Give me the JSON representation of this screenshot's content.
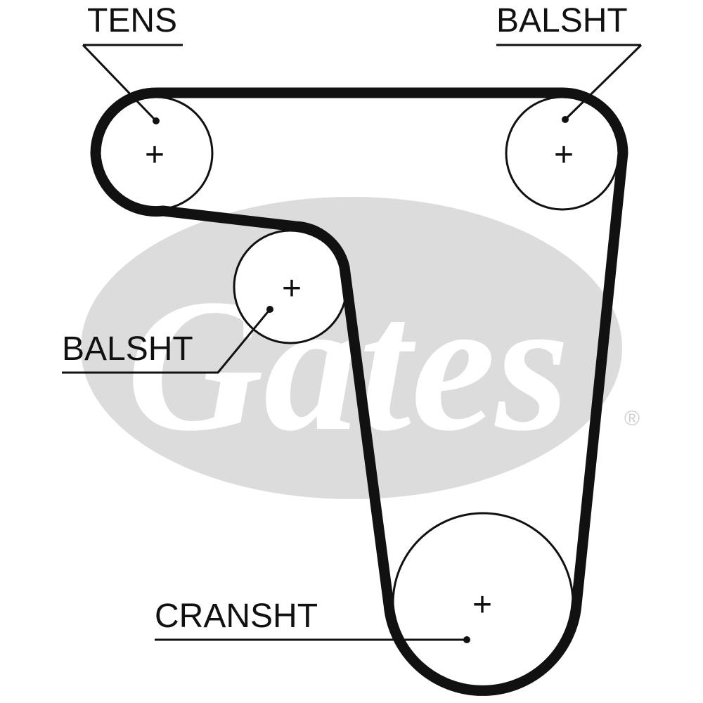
{
  "watermark": {
    "brand": "Gates",
    "registered_mark": "®",
    "color": "#dcdcdc"
  },
  "colors": {
    "belt": "#111111",
    "pulley_stroke": "#111111",
    "leader_line": "#111111"
  },
  "labels": {
    "tens": "TENS",
    "balsht_top": "BALSHT",
    "balsht_mid": "BALSHT",
    "cranksht": "CRANSHT"
  },
  "pulley_marker": "+",
  "pulleys": [
    {
      "id": "tens",
      "label_key": "tens"
    },
    {
      "id": "balsht-top",
      "label_key": "balsht_top"
    },
    {
      "id": "balsht-mid",
      "label_key": "balsht_mid"
    },
    {
      "id": "cranksht",
      "label_key": "cranksht"
    }
  ]
}
